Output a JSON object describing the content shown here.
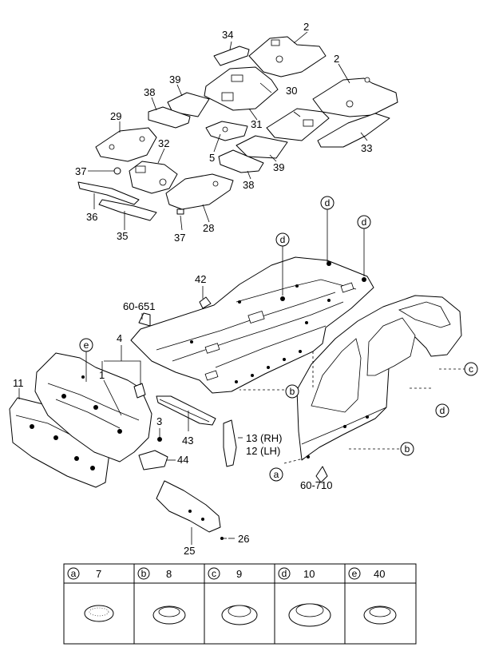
{
  "callouts": {
    "p34": "34",
    "p2a": "2",
    "p2b": "2",
    "p39a": "39",
    "p38a": "38",
    "p30": "30",
    "p29": "29",
    "p31": "31",
    "p32": "32",
    "p5": "5",
    "p33": "33",
    "p37a": "37",
    "p39b": "39",
    "p38b": "38",
    "p36": "36",
    "p35": "35",
    "p37b": "37",
    "p28": "28",
    "d1": "d",
    "d2": "d",
    "d3": "d",
    "p42": "42",
    "p60651": "60-651",
    "e1": "e",
    "p4": "4",
    "p1": "1",
    "p11": "11",
    "p3": "3",
    "p43": "43",
    "p44": "44",
    "p13": "13",
    "p13s": "(RH)",
    "p12": "12",
    "p12s": "(LH)",
    "c1": "c",
    "b1": "b",
    "d4": "d",
    "b2": "b",
    "a1": "a",
    "p60710": "60-710",
    "p25": "25",
    "p26": "26"
  },
  "legend": {
    "cells": [
      {
        "letter": "a",
        "part": "7"
      },
      {
        "letter": "b",
        "part": "8"
      },
      {
        "letter": "c",
        "part": "9"
      },
      {
        "letter": "d",
        "part": "10"
      },
      {
        "letter": "e",
        "part": "40"
      }
    ]
  }
}
